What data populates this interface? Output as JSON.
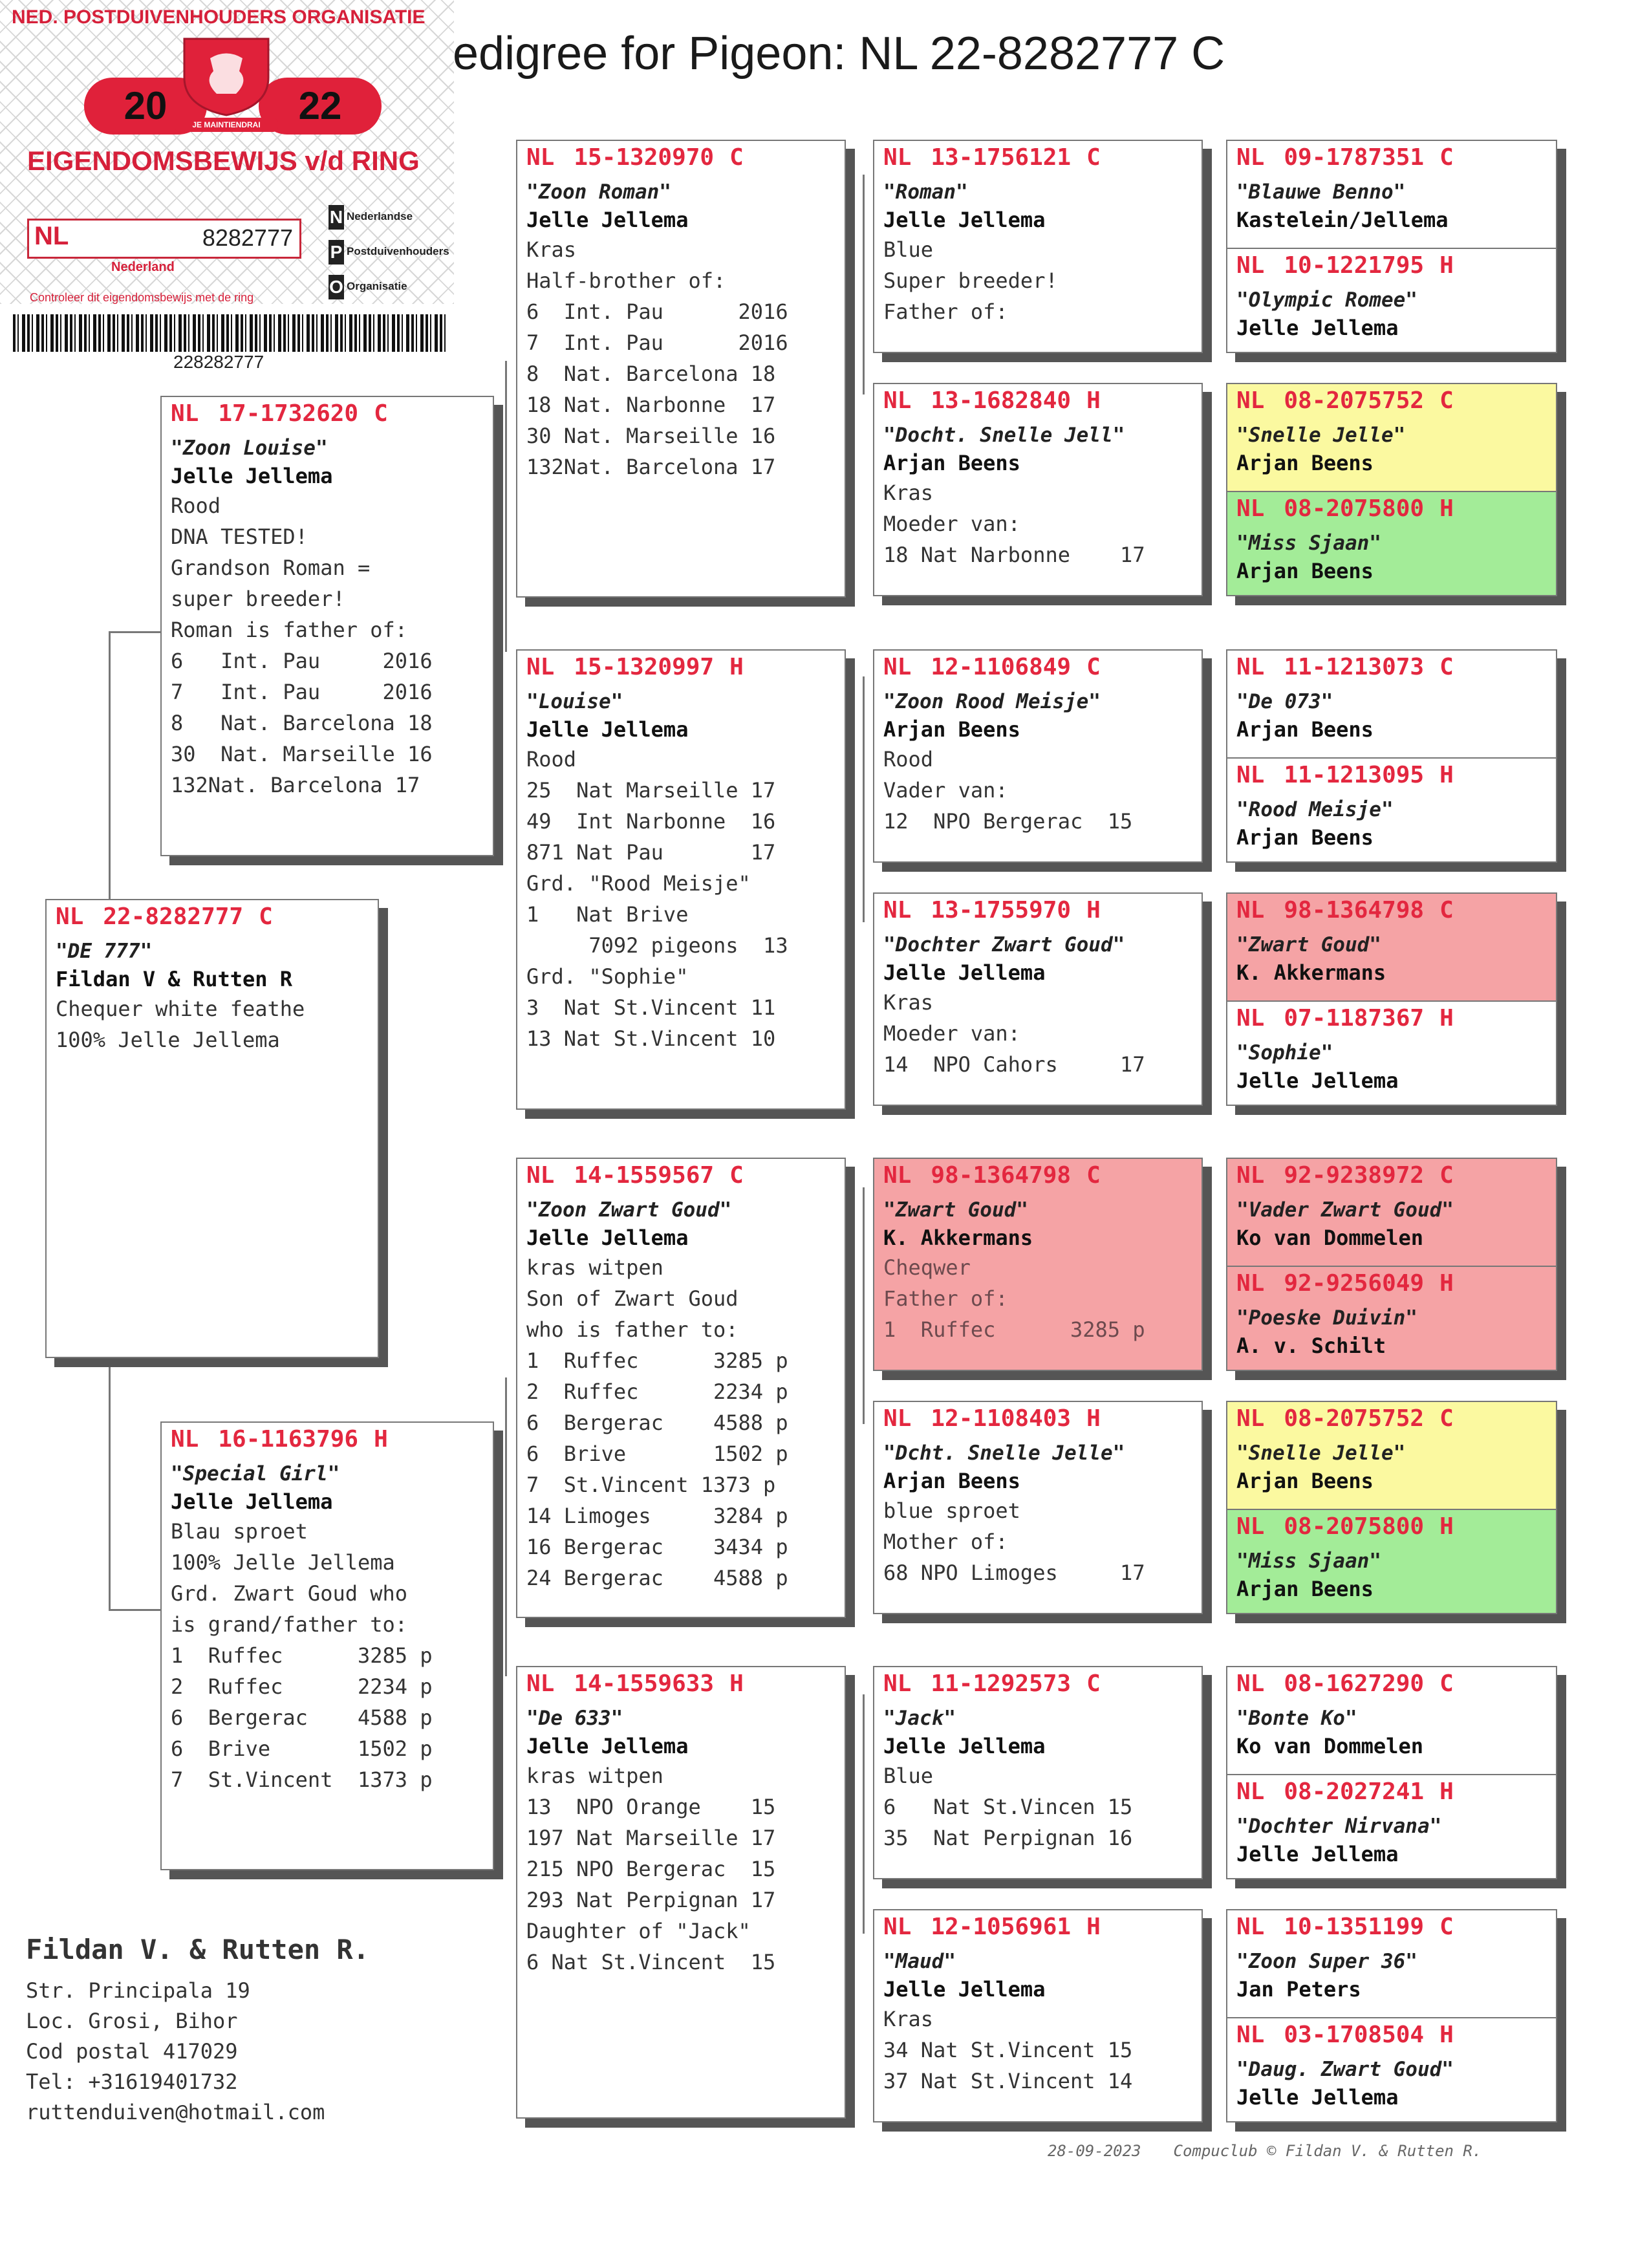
{
  "title": "edigree for Pigeon: NL  22-8282777 C",
  "ring_card": {
    "org": "NED. POSTDUIVENHOUDERS ORGANISATIE",
    "year_left": "20",
    "year_right": "22",
    "motto": "JE MAINTIENDRAI",
    "heading": "EIGENDOMSBEWIJS v/d RING",
    "country": "NL",
    "ring_number": "8282777",
    "nederland": "Nederland",
    "npo_lines": [
      "Nederlandse",
      "Postduivenhouders",
      "Organisatie"
    ],
    "control_text": "Controleer dit eigendomsbewijs met de ring",
    "barcode_number": "228282777",
    "colors": {
      "red": "#e0213a"
    }
  },
  "pigeons": {
    "subject": {
      "nl": "NL",
      "ring": "22-8282777",
      "sex": "C",
      "name": "\"DE 777\"",
      "owner": "Fildan V & Rutten R",
      "lines": [
        "Chequer white feathe",
        "100% Jelle Jellema"
      ]
    },
    "p1": {
      "nl": "NL",
      "ring": "17-1732620",
      "sex": "C",
      "name": "\"Zoon Louise\"",
      "owner": "Jelle Jellema",
      "lines": [
        "Rood",
        "DNA TESTED!",
        "Grandson Roman =",
        "super breeder!",
        "Roman is father of:",
        "6   Int. Pau     2016",
        "7   Int. Pau     2016",
        "8   Nat. Barcelona 18",
        "30  Nat. Marseille 16",
        "132Nat. Barcelona 17"
      ]
    },
    "p2": {
      "nl": "NL",
      "ring": "16-1163796",
      "sex": "H",
      "name": "\"Special Girl\"",
      "owner": "Jelle Jellema",
      "lines": [
        "Blau sproet",
        "100% Jelle Jellema",
        "Grd. Zwart Goud who",
        "is grand/father to:",
        "1  Ruffec      3285 p",
        "2  Ruffec      2234 p",
        "6  Bergerac    4588 p",
        "6  Brive       1502 p",
        "7  St.Vincent  1373 p"
      ]
    },
    "g1": {
      "nl": "NL",
      "ring": "15-1320970",
      "sex": "C",
      "name": "\"Zoon Roman\"",
      "owner": "Jelle Jellema",
      "lines": [
        "Kras",
        "Half-brother of:",
        "6  Int. Pau      2016",
        "7  Int. Pau      2016",
        "8  Nat. Barcelona 18",
        "18 Nat. Narbonne  17",
        "30 Nat. Marseille 16",
        "132Nat. Barcelona 17"
      ]
    },
    "g2": {
      "nl": "NL",
      "ring": "15-1320997",
      "sex": "H",
      "name": "\"Louise\"",
      "owner": "Jelle Jellema",
      "lines": [
        "Rood",
        "25  Nat Marseille 17",
        "49  Int Narbonne  16",
        "871 Nat Pau       17",
        "Grd. \"Rood Meisje\"",
        "1   Nat Brive",
        "     7092 pigeons  13",
        "Grd. \"Sophie\"",
        "3  Nat St.Vincent 11",
        "13 Nat St.Vincent 10"
      ]
    },
    "g3": {
      "nl": "NL",
      "ring": "14-1559567",
      "sex": "C",
      "name": "\"Zoon Zwart Goud\"",
      "owner": "Jelle Jellema",
      "lines": [
        "kras witpen",
        "Son of Zwart Goud",
        "who is father to:",
        "1  Ruffec      3285 p",
        "2  Ruffec      2234 p",
        "6  Bergerac    4588 p",
        "6  Brive       1502 p",
        "7  St.Vincent 1373 p",
        "14 Limoges     3284 p",
        "16 Bergerac    3434 p",
        "24 Bergerac    4588 p"
      ]
    },
    "g4": {
      "nl": "NL",
      "ring": "14-1559633",
      "sex": "H",
      "name": "\"De 633\"",
      "owner": "Jelle Jellema",
      "lines": [
        "kras witpen",
        "13  NPO Orange    15",
        "197 Nat Marseille 17",
        "215 NPO Bergerac  15",
        "293 Nat Perpignan 17",
        "Daughter of \"Jack\"",
        "6 Nat St.Vincent  15"
      ]
    },
    "gg1": {
      "nl": "NL",
      "ring": "13-1756121",
      "sex": "C",
      "name": "\"Roman\"",
      "owner": "Jelle Jellema",
      "lines": [
        "Blue",
        "Super breeder!",
        "Father of:"
      ]
    },
    "gg2": {
      "nl": "NL",
      "ring": "13-1682840",
      "sex": "H",
      "name": "\"Docht. Snelle Jell\"",
      "owner": "Arjan Beens",
      "lines": [
        "Kras",
        "Moeder van:",
        "18 Nat Narbonne    17"
      ]
    },
    "gg3": {
      "nl": "NL",
      "ring": "12-1106849",
      "sex": "C",
      "name": "\"Zoon Rood Meisje\"",
      "owner": "Arjan Beens",
      "lines": [
        "Rood",
        "Vader van:",
        "12  NPO Bergerac  15"
      ]
    },
    "gg4": {
      "nl": "NL",
      "ring": "13-1755970",
      "sex": "H",
      "name": "\"Dochter Zwart Goud\"",
      "owner": "Jelle Jellema",
      "lines": [
        "Kras",
        "Moeder van:",
        "14  NPO Cahors     17"
      ]
    },
    "gg5": {
      "nl": "NL",
      "ring": "98-1364798",
      "sex": "C",
      "name": "\"Zwart Goud\"",
      "owner": "K. Akkermans",
      "lines": [
        "Cheqwer",
        "Father of:",
        "1  Ruffec      3285 p"
      ]
    },
    "gg6": {
      "nl": "NL",
      "ring": "12-1108403",
      "sex": "H",
      "name": "\"Dcht. Snelle Jelle\"",
      "owner": "Arjan Beens",
      "lines": [
        "blue sproet",
        "Mother of:",
        "68 NPO Limoges     17"
      ]
    },
    "gg7": {
      "nl": "NL",
      "ring": "11-1292573",
      "sex": "C",
      "name": "\"Jack\"",
      "owner": "Jelle Jellema",
      "lines": [
        "Blue",
        "6   Nat St.Vincen 15",
        "35  Nat Perpignan 16"
      ]
    },
    "gg8": {
      "nl": "NL",
      "ring": "12-1056961",
      "sex": "H",
      "name": "\"Maud\"",
      "owner": "Jelle Jellema",
      "lines": [
        "Kras",
        "34 Nat St.Vincent 15",
        "37 Nat St.Vincent 14"
      ]
    },
    "ggg1": {
      "nl": "NL",
      "ring": "09-1787351",
      "sex": "C",
      "name": "\"Blauwe Benno\"",
      "owner": "Kastelein/Jellema"
    },
    "ggg2": {
      "nl": "NL",
      "ring": "10-1221795",
      "sex": "H",
      "name": "\"Olympic Romee\"",
      "owner": "Jelle Jellema"
    },
    "ggg3": {
      "nl": "NL",
      "ring": "08-2075752",
      "sex": "C",
      "name": "\"Snelle Jelle\"",
      "owner": "Arjan Beens"
    },
    "ggg4": {
      "nl": "NL",
      "ring": "08-2075800",
      "sex": "H",
      "name": "\"Miss Sjaan\"",
      "owner": "Arjan Beens"
    },
    "ggg5": {
      "nl": "NL",
      "ring": "11-1213073",
      "sex": "C",
      "name": "\"De 073\"",
      "owner": "Arjan Beens"
    },
    "ggg6": {
      "nl": "NL",
      "ring": "11-1213095",
      "sex": "H",
      "name": "\"Rood Meisje\"",
      "owner": "Arjan Beens"
    },
    "ggg7": {
      "nl": "NL",
      "ring": "98-1364798",
      "sex": "C",
      "name": "\"Zwart Goud\"",
      "owner": "K. Akkermans"
    },
    "ggg8": {
      "nl": "NL",
      "ring": "07-1187367",
      "sex": "H",
      "name": "\"Sophie\"",
      "owner": "Jelle Jellema"
    },
    "ggg9": {
      "nl": "NL",
      "ring": "92-9238972",
      "sex": "C",
      "name": "\"Vader Zwart Goud\"",
      "owner": "Ko van Dommelen"
    },
    "ggg10": {
      "nl": "NL",
      "ring": "92-9256049",
      "sex": "H",
      "name": "\"Poeske Duivin\"",
      "owner": "A. v. Schilt"
    },
    "ggg11": {
      "nl": "NL",
      "ring": "08-2075752",
      "sex": "C",
      "name": "\"Snelle Jelle\"",
      "owner": "Arjan Beens"
    },
    "ggg12": {
      "nl": "NL",
      "ring": "08-2075800",
      "sex": "H",
      "name": "\"Miss Sjaan\"",
      "owner": "Arjan Beens"
    },
    "ggg13": {
      "nl": "NL",
      "ring": "08-1627290",
      "sex": "C",
      "name": "\"Bonte Ko\"",
      "owner": "Ko van Dommelen"
    },
    "ggg14": {
      "nl": "NL",
      "ring": "08-2027241",
      "sex": "H",
      "name": "\"Dochter Nirvana\"",
      "owner": "Jelle Jellema"
    },
    "ggg15": {
      "nl": "NL",
      "ring": "10-1351199",
      "sex": "C",
      "name": "\"Zoon Super 36\"",
      "owner": "Jan Peters"
    },
    "ggg16": {
      "nl": "NL",
      "ring": "03-1708504",
      "sex": "H",
      "name": "\"Daug. Zwart Goud\"",
      "owner": "Jelle Jellema"
    }
  },
  "owner_block": {
    "name": "Fildan V. & Rutten R.",
    "lines": [
      "Str. Principala 19",
      "Loc. Grosi, Bihor",
      "Cod postal 417029",
      "Tel: +31619401732",
      "ruttenduiven@hotmail.com"
    ]
  },
  "footer": {
    "date": "28-09-2023",
    "credit": "Compuclub © Fildan V. & Rutten R."
  },
  "highlight_colors": {
    "pink": "#f5a3a5",
    "yellow": "#fbf9a0",
    "green": "#a3ec98",
    "ring_red": "#e3273f"
  }
}
